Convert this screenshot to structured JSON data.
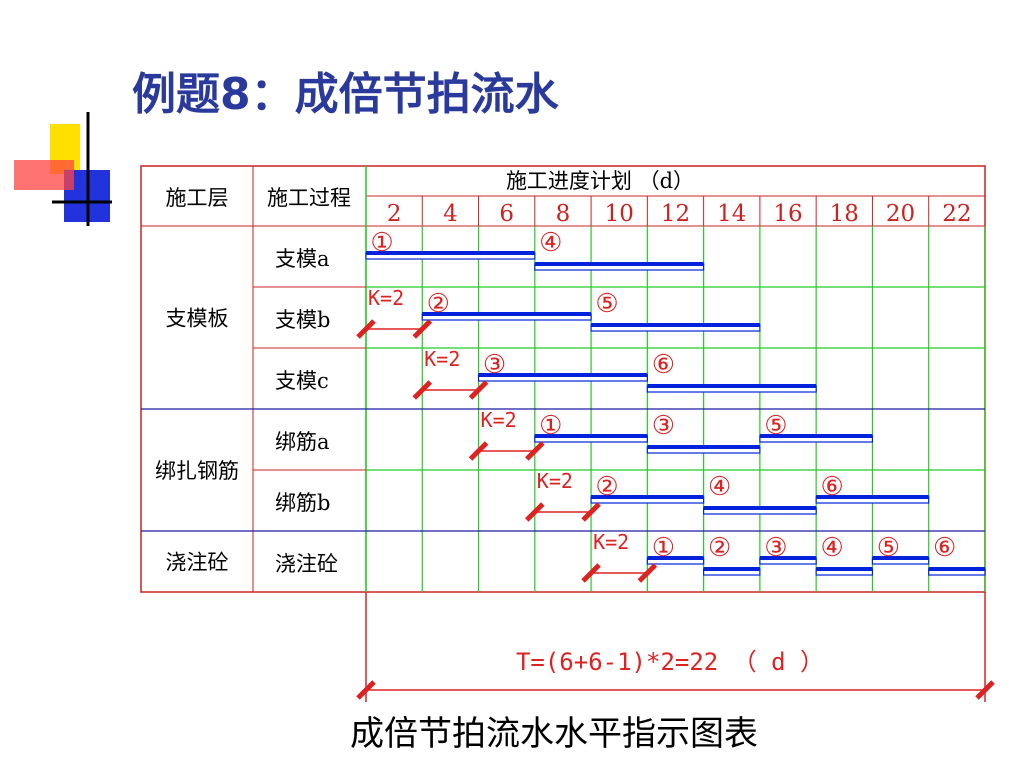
{
  "title": "例题8：成倍节拍流水",
  "caption": "成倍节拍流水水平指示图表",
  "colors": {
    "title": "#2a3a9c",
    "grid_green": "#22cc22",
    "border_red": "#cc2222",
    "separator_blue": "#1a1aa0",
    "bar_blue": "#0022dd",
    "annotation_red": "#dd2222",
    "deco_yellow": "#ffe000",
    "deco_blue": "#2233dd",
    "deco_red": "#ff4444"
  },
  "table": {
    "header_layer": "施工层",
    "header_process": "施工过程",
    "header_schedule": "施工进度计划 （d）",
    "days": [
      "2",
      "4",
      "6",
      "8",
      "10",
      "12",
      "14",
      "16",
      "18",
      "20",
      "22"
    ],
    "groups": [
      {
        "label": "支模板",
        "rows": [
          0,
          1,
          2
        ]
      },
      {
        "label": "绑扎钢筋",
        "rows": [
          3,
          4
        ]
      },
      {
        "label": "浇注砼",
        "rows": [
          5
        ]
      }
    ],
    "rows": [
      {
        "process": "支模a"
      },
      {
        "process": "支模b"
      },
      {
        "process": "支模c"
      },
      {
        "process": "绑筋a"
      },
      {
        "process": "绑筋b"
      },
      {
        "process": "浇注砼"
      }
    ]
  },
  "schedule": {
    "unit_days": 2,
    "tasks": [
      {
        "row": 0,
        "start": 0,
        "end": 6,
        "label": "①"
      },
      {
        "row": 0,
        "start": 6,
        "end": 12,
        "label": "④"
      },
      {
        "row": 1,
        "start": 2,
        "end": 8,
        "label": "②"
      },
      {
        "row": 1,
        "start": 8,
        "end": 14,
        "label": "⑤"
      },
      {
        "row": 2,
        "start": 4,
        "end": 10,
        "label": "③"
      },
      {
        "row": 2,
        "start": 10,
        "end": 16,
        "label": "⑥"
      },
      {
        "row": 3,
        "start": 6,
        "end": 10,
        "label": "①"
      },
      {
        "row": 3,
        "start": 10,
        "end": 14,
        "label": "③"
      },
      {
        "row": 3,
        "start": 14,
        "end": 18,
        "label": "⑤"
      },
      {
        "row": 4,
        "start": 8,
        "end": 12,
        "label": "②"
      },
      {
        "row": 4,
        "start": 12,
        "end": 16,
        "label": "④"
      },
      {
        "row": 4,
        "start": 16,
        "end": 20,
        "label": "⑥"
      },
      {
        "row": 5,
        "start": 10,
        "end": 12,
        "label": "①"
      },
      {
        "row": 5,
        "start": 12,
        "end": 14,
        "label": "②"
      },
      {
        "row": 5,
        "start": 14,
        "end": 16,
        "label": "③"
      },
      {
        "row": 5,
        "start": 16,
        "end": 18,
        "label": "④"
      },
      {
        "row": 5,
        "start": 18,
        "end": 20,
        "label": "⑤"
      },
      {
        "row": 5,
        "start": 20,
        "end": 22,
        "label": "⑥"
      }
    ],
    "step_label": "K=2",
    "steps": [
      {
        "row": 1,
        "start": 0,
        "end": 2
      },
      {
        "row": 2,
        "start": 2,
        "end": 4
      },
      {
        "row": 3,
        "start": 4,
        "end": 6
      },
      {
        "row": 4,
        "start": 6,
        "end": 8
      },
      {
        "row": 5,
        "start": 8,
        "end": 10
      }
    ],
    "total_formula": "T=(6+6-1)*2=22 （ d ）"
  }
}
